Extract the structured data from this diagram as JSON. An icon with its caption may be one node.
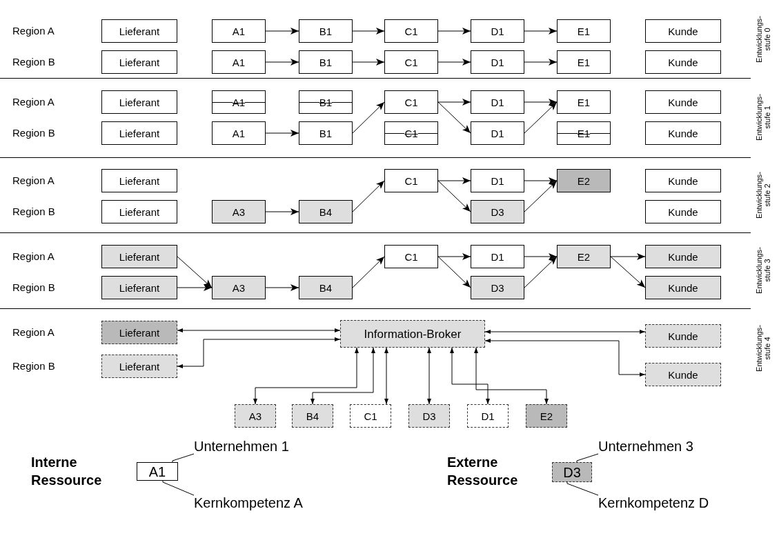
{
  "diagram": {
    "nodes": [
      {
        "text": [
          "Lieferant"
        ]
      },
      {
        "text": [
          "A1"
        ]
      },
      {
        "text": [
          "B1"
        ]
      },
      {
        "text": [
          "C1"
        ]
      },
      {
        "text": [
          "D1"
        ]
      },
      {
        "text": [
          "E1"
        ]
      },
      {
        "text": [
          "Kunde"
        ]
      },
      {
        "text": [
          "Lieferant"
        ]
      },
      {
        "text": [
          "A1"
        ]
      },
      {
        "text": [
          "B1"
        ]
      },
      {
        "text": [
          "C1"
        ]
      },
      {
        "text": [
          "D1"
        ]
      },
      {
        "text": [
          "E1"
        ]
      },
      {
        "text": [
          "Kunde"
        ]
      },
      {
        "text": [
          "Lieferant"
        ]
      },
      {
        "text": [
          "A1"
        ]
      },
      {
        "text": [
          "B1"
        ]
      },
      {
        "text": [
          "C1"
        ]
      },
      {
        "text": [
          "D1"
        ]
      },
      {
        "text": [
          "E1"
        ]
      },
      {
        "text": [
          "Kunde"
        ]
      },
      {
        "text": [
          "Lieferant"
        ]
      },
      {
        "text": [
          "A1"
        ]
      },
      {
        "text": [
          "B1"
        ]
      },
      {
        "text": [
          "C1"
        ]
      },
      {
        "text": [
          "D1"
        ]
      },
      {
        "text": [
          "E1"
        ]
      },
      {
        "text": [
          "Kunde"
        ]
      },
      {
        "text": [
          "Lieferant"
        ]
      },
      {
        "text": [
          "C1"
        ]
      },
      {
        "text": [
          "D1"
        ]
      },
      {
        "text": [
          "E2"
        ]
      },
      {
        "text": [
          "Kunde"
        ]
      },
      {
        "text": [
          "Lieferant"
        ]
      },
      {
        "text": [
          "A3"
        ]
      },
      {
        "text": [
          "B4"
        ]
      },
      {
        "text": [
          "D3"
        ]
      },
      {
        "text": [
          "Kunde"
        ]
      },
      {
        "text": [
          "Lieferant"
        ]
      },
      {
        "text": [
          "C1"
        ]
      },
      {
        "text": [
          "D1"
        ]
      },
      {
        "text": [
          "E2"
        ]
      },
      {
        "text": [
          "Kunde"
        ]
      },
      {
        "text": [
          "Lieferant"
        ]
      },
      {
        "text": [
          "A3"
        ]
      },
      {
        "text": [
          "B4"
        ]
      },
      {
        "text": [
          "D3"
        ]
      },
      {
        "text": [
          "Kunde"
        ]
      },
      {
        "text": [
          "Lieferant"
        ]
      },
      {
        "text": [
          "Information-Broker"
        ]
      },
      {
        "text": [
          "Kunde"
        ]
      },
      {
        "text": [
          "Lieferant"
        ]
      },
      {
        "text": [
          "Kunde"
        ]
      },
      {
        "text": [
          "A3"
        ]
      },
      {
        "text": [
          "B4"
        ]
      },
      {
        "text": [
          "C1"
        ]
      },
      {
        "text": [
          "D3"
        ]
      },
      {
        "text": [
          "D1"
        ]
      },
      {
        "text": [
          "E2"
        ]
      },
      {
        "text": [
          "A1"
        ]
      },
      {
        "text": [
          "Unternehmen 1"
        ]
      },
      {
        "text": [
          "Kernkompetenz A"
        ]
      },
      {
        "text": [
          "D3"
        ]
      },
      {
        "text": [
          "Unternehmen 3"
        ]
      },
      {
        "text": [
          "Kernkompetenz D"
        ]
      }
    ],
    "edges": [
      {
        "from": 1,
        "to": 2,
        "arrow": "to"
      },
      {
        "from": 2,
        "to": 3,
        "arrow": "to"
      },
      {
        "from": 3,
        "to": 4,
        "arrow": "to"
      },
      {
        "from": 4,
        "to": 5,
        "arrow": "to"
      },
      {
        "from": 8,
        "to": 9,
        "arrow": "to"
      },
      {
        "from": 9,
        "to": 10,
        "arrow": "to"
      },
      {
        "from": 10,
        "to": 11,
        "arrow": "to"
      },
      {
        "from": 11,
        "to": 12,
        "arrow": "to"
      },
      {
        "from": 17,
        "to": 18,
        "arrow": "to"
      },
      {
        "from": 18,
        "to": 19,
        "arrow": "to"
      },
      {
        "from": 17,
        "to": 25,
        "arrow": "to"
      },
      {
        "from": 22,
        "to": 23,
        "arrow": "to"
      },
      {
        "from": 23,
        "to": 17,
        "arrow": "to"
      },
      {
        "from": 25,
        "to": 19,
        "arrow": "to"
      },
      {
        "from": 29,
        "to": 30,
        "arrow": "to"
      },
      {
        "from": 30,
        "to": 31,
        "arrow": "to"
      },
      {
        "from": 29,
        "to": 36,
        "arrow": "to"
      },
      {
        "from": 34,
        "to": 35,
        "arrow": "to"
      },
      {
        "from": 35,
        "to": 29,
        "arrow": "to"
      },
      {
        "from": 36,
        "to": 31,
        "arrow": "to"
      },
      {
        "from": 38,
        "to": 44,
        "arrow": "to"
      },
      {
        "from": 43,
        "to": 44,
        "arrow": "to"
      },
      {
        "from": 39,
        "to": 40,
        "arrow": "to"
      },
      {
        "from": 40,
        "to": 41,
        "arrow": "to"
      },
      {
        "from": 39,
        "to": 46,
        "arrow": "to"
      },
      {
        "from": 41,
        "to": 42,
        "arrow": "to"
      },
      {
        "from": 41,
        "to": 47,
        "arrow": "to"
      },
      {
        "from": 44,
        "to": 45,
        "arrow": "to"
      },
      {
        "from": 45,
        "to": 39,
        "arrow": "to"
      },
      {
        "from": 46,
        "to": 41,
        "arrow": "to"
      },
      {
        "from": 48,
        "to": 49,
        "arrow": "both"
      },
      {
        "from": 51,
        "to": 49,
        "arrow": "both"
      },
      {
        "from": 49,
        "to": 50,
        "arrow": "both"
      },
      {
        "from": 49,
        "to": 52,
        "arrow": "both"
      },
      {
        "from": 49,
        "to": 53,
        "arrow": "both"
      },
      {
        "from": 49,
        "to": 54,
        "arrow": "both"
      },
      {
        "from": 49,
        "to": 55,
        "arrow": "both"
      },
      {
        "from": 49,
        "to": 56,
        "arrow": "both"
      },
      {
        "from": 49,
        "to": 57,
        "arrow": "both"
      },
      {
        "from": 49,
        "to": 58,
        "arrow": "both"
      },
      {
        "from": 60,
        "to": 59,
        "arrow": "none"
      },
      {
        "from": 61,
        "to": 59,
        "arrow": "none"
      },
      {
        "from": 63,
        "to": 62,
        "arrow": "none"
      },
      {
        "from": 64,
        "to": 62,
        "arrow": "none"
      }
    ],
    "labels": [
      "Region A",
      "Region B",
      "Entwicklungs- stufe 0",
      "Region A",
      "Region B",
      "Entwicklungs- stufe 1",
      "Region A",
      "Region B",
      "Entwicklungs- stufe 2",
      "Region A",
      "Region B",
      "Entwicklungs- stufe 3",
      "Region A",
      "Region B",
      "Entwicklungs- stufe 4",
      "Interne Ressource",
      "Externe Ressource"
    ]
  }
}
